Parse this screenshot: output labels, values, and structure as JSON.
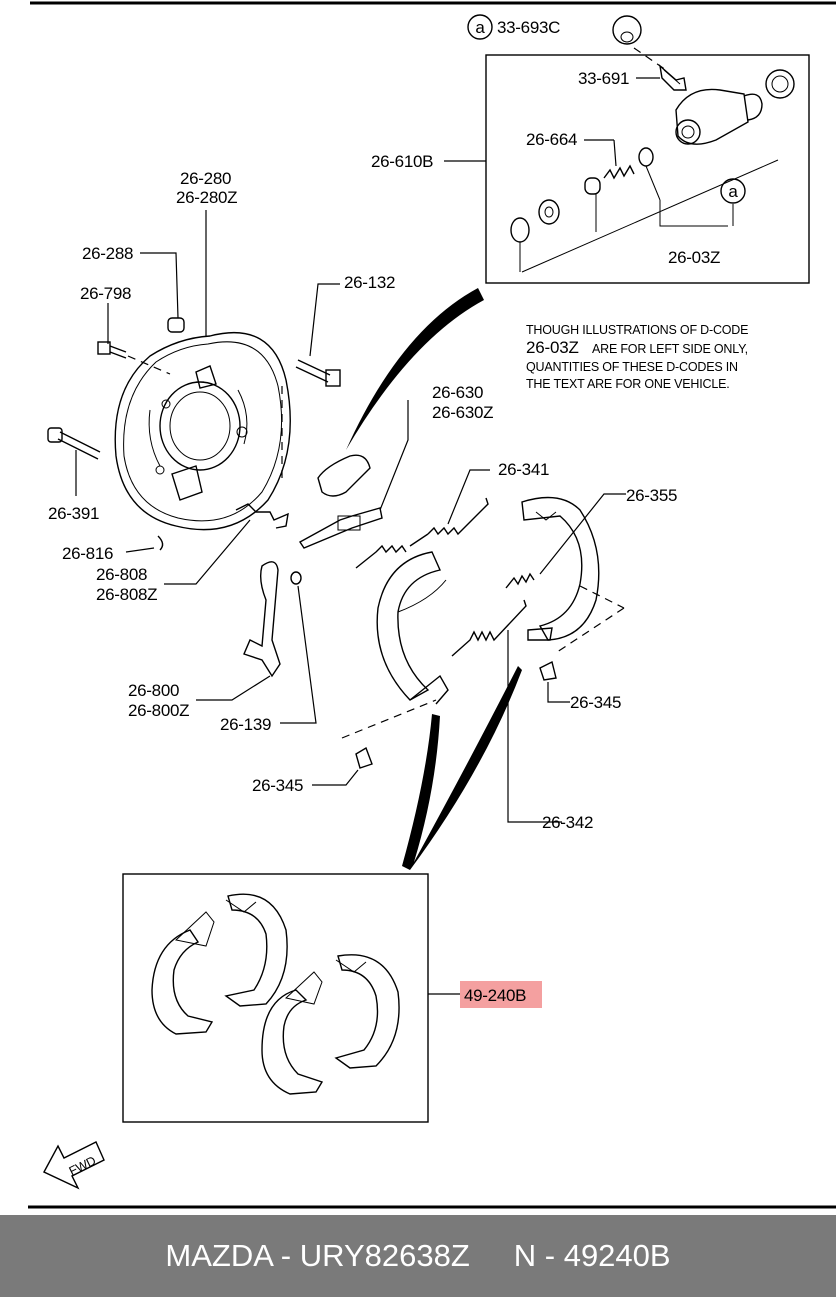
{
  "labels": {
    "p33693c": "33-693C",
    "p33691": "33-691",
    "p26664": "26-664",
    "p26610b": "26-610B",
    "p2603z": "26-03Z",
    "p26280": "26-280",
    "p26280z": "26-280Z",
    "p26288": "26-288",
    "p26798": "26-798",
    "p26132": "26-132",
    "p26630": "26-630",
    "p26630z": "26-630Z",
    "p26341": "26-341",
    "p26355": "26-355",
    "p26391": "26-391",
    "p26816": "26-816",
    "p26808": "26-808",
    "p26808z": "26-808Z",
    "p26800": "26-800",
    "p26800z": "26-800Z",
    "p26139": "26-139",
    "p26345a": "26-345",
    "p26345b": "26-345",
    "p26342": "26-342",
    "p49240b": "49-240B"
  },
  "note": {
    "line1": "THOUGH ILLUSTRATIONS OF D-CODE",
    "line2_code": "26-03Z",
    "line2_rest": "ARE FOR LEFT SIDE ONLY,",
    "line3": "QUANTITIES OF THESE D-CODES IN",
    "line4": "THE TEXT ARE FOR ONE VEHICLE."
  },
  "circle_marks": {
    "mark1": "a",
    "mark2": "a"
  },
  "fwd": "FWD",
  "highlight_color": "#f4a0a0",
  "footer": {
    "left": "MAZDA - URY82638Z",
    "right": "N - 49240B"
  }
}
